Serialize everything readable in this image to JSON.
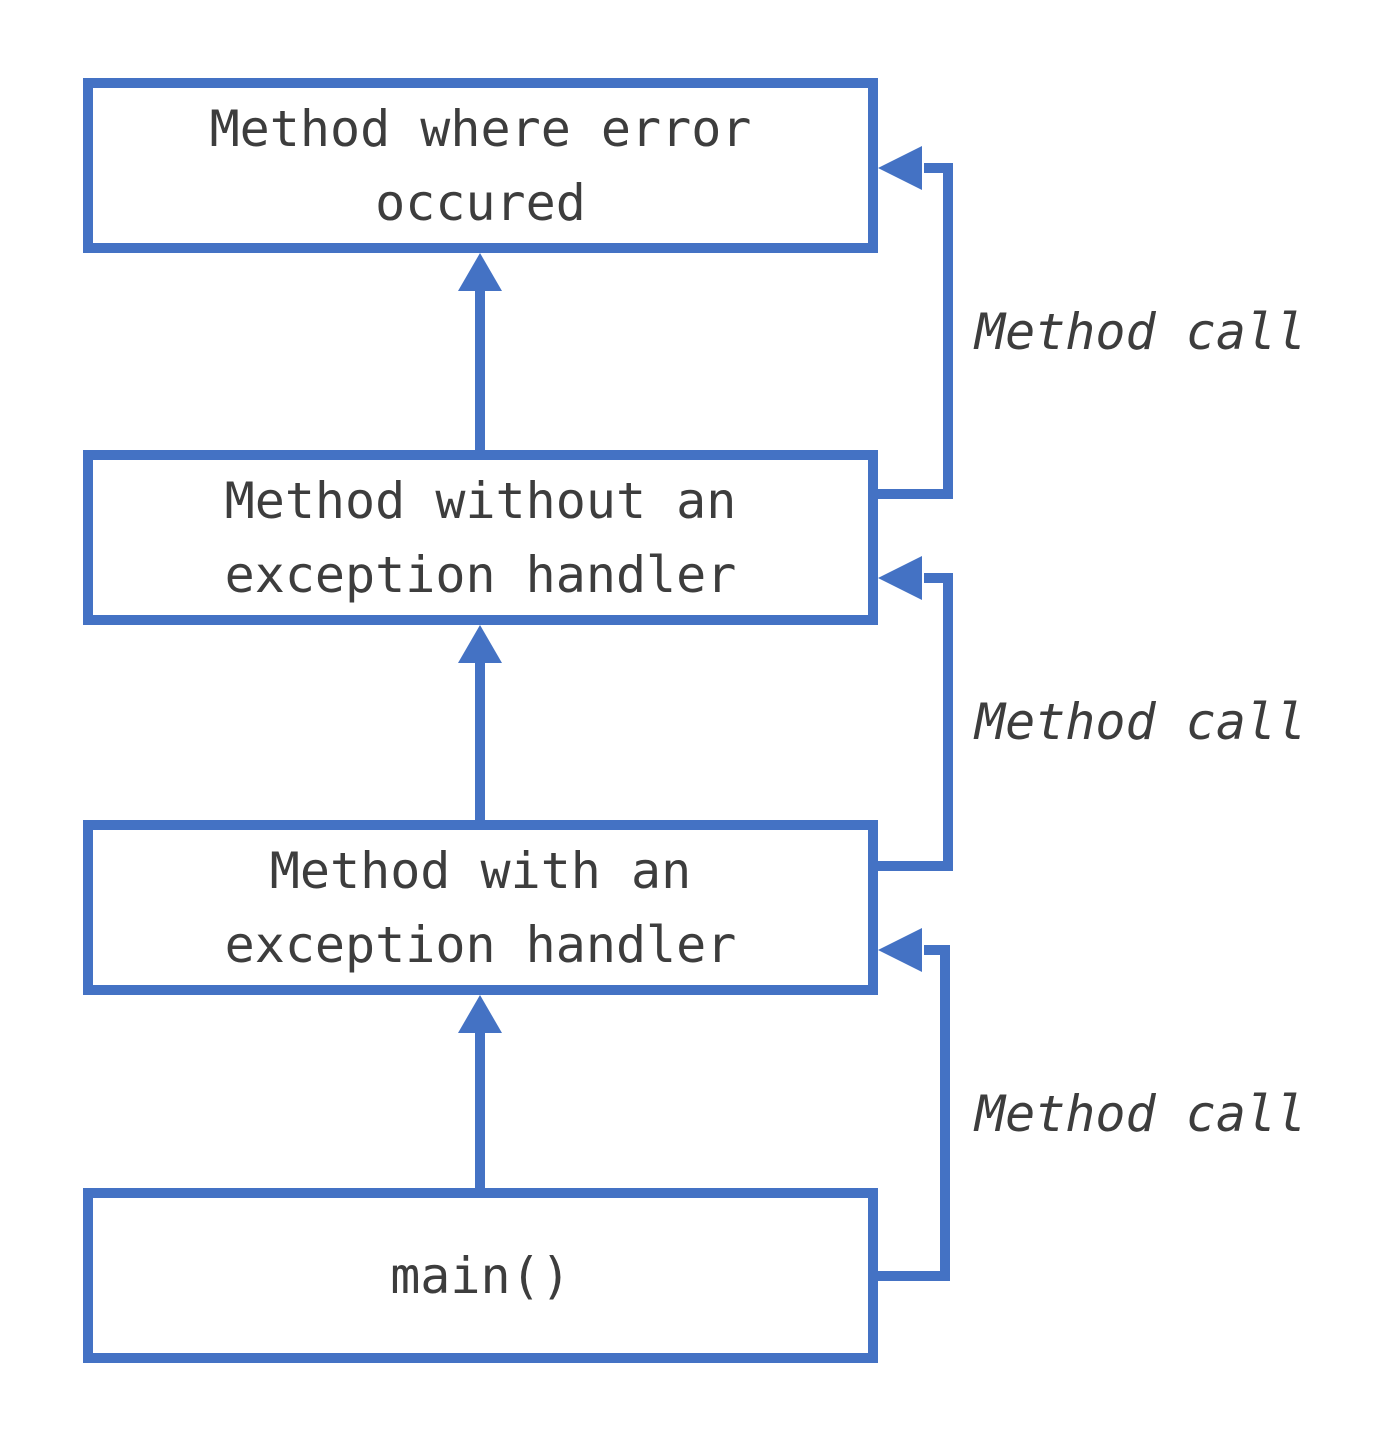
{
  "colors": {
    "accent_blue": "#4472C4",
    "text": "#3d3d3d",
    "background": "#ffffff"
  },
  "diagram": {
    "boxes": [
      {
        "name": "method-where-error-occured",
        "lines": [
          "Method where error",
          "occured"
        ]
      },
      {
        "name": "method-without-exception-handler",
        "lines": [
          "Method without an",
          "exception handler"
        ]
      },
      {
        "name": "method-with-exception-handler",
        "lines": [
          "Method with an",
          "exception handler"
        ]
      },
      {
        "name": "main",
        "lines": [
          "main()"
        ]
      }
    ],
    "method_calls": [
      {
        "label": "Method call",
        "from": "Method without an exception handler",
        "to": "Method where error occured"
      },
      {
        "label": "Method call",
        "from": "Method with an exception handler",
        "to": "Method without an exception handler"
      },
      {
        "label": "Method call",
        "from": "main()",
        "to": "Method with an exception handler"
      }
    ]
  }
}
